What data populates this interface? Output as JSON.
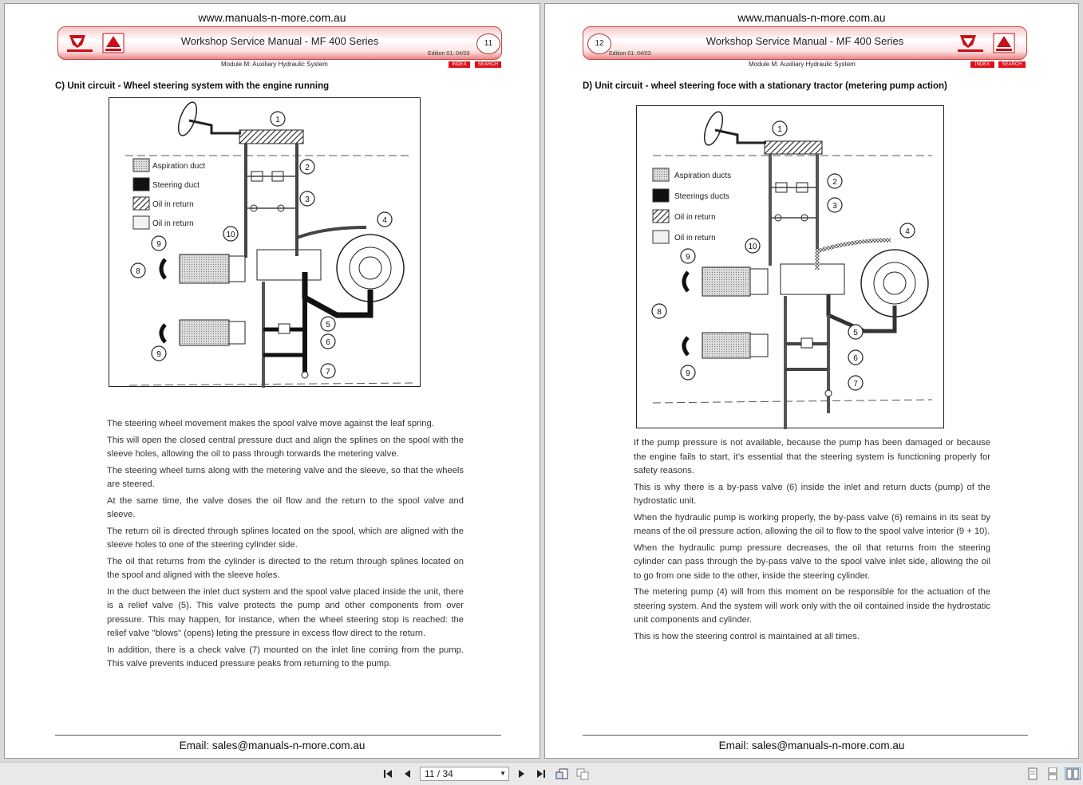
{
  "site_url": "www.manuals-n-more.com.au",
  "manual_title": "Workshop Service Manual - MF 400 Series",
  "edition": "Edition 01: 04/03",
  "module": "Module M: Auxiliary Hydraulic System",
  "index_label": "INDEX",
  "search_label": "SEARCH",
  "email": "Email: sales@manuals-n-more.com.au",
  "left_page": {
    "page_number": "11",
    "heading": "C)   Unit circuit - Wheel steering system with the engine running",
    "legend": [
      "Aspiration duct",
      "Steering duct",
      "Oil in return",
      "Oil in return"
    ],
    "callouts": [
      "1",
      "2",
      "3",
      "4",
      "5",
      "6",
      "7",
      "8",
      "9",
      "9",
      "10"
    ],
    "paragraphs": [
      "The steering wheel movement makes the spool valve move against the leaf spring.",
      "This will open the closed central pressure duct and align the splines on the spool with the sleeve holes, allowing the oil to pass through torwards the metering valve.",
      "The steering wheel turns along with the metering valve and the sleeve, so that the wheels are steered.",
      "At the same time, the valve doses the oil flow and the return to the spool valve and sleeve.",
      "The return oil is directed through splines located on the spool, which are aligned with the sleeve holes to one of the steering cylinder side.",
      "The oil that returns from the cylinder is directed to the return through splines located on the spool and aligned with the sleeve holes.",
      "In the duct between the inlet duct system and the spool valve placed inside the unit, there is a relief valve (5). This valve protects the pump and other components from over pressure. This may happen, for instance, when the wheel steering stop is reached: the relief valve \"blows\" (opens) leting the pressure in excess flow direct to the return.",
      "In addition, there is a check valve (7) mounted on the inlet line coming from the pump. This valve prevents induced pressure peaks from returning to the pump."
    ]
  },
  "right_page": {
    "page_number": "12",
    "heading": "D)   Unit circuit - wheel steering foce with a stationary tractor (metering pump action)",
    "legend": [
      "Aspiration ducts",
      "Steerings ducts",
      "Oil in return",
      "Oil in return"
    ],
    "callouts": [
      "1",
      "2",
      "3",
      "4",
      "5",
      "6",
      "7",
      "8",
      "9",
      "9",
      "10"
    ],
    "paragraphs": [
      "If the pump pressure is not available, because the pump has been damaged or because the engine fails to start, it’s essential that the steering system is functioning properly for safety reasons.",
      "This is why there is a by-pass valve (6) inside the inlet and return ducts (pump) of the hydrostatic unit.",
      "When the hydraulic pump is working properly, the by-pass valve (6) remains in its seat by means of the oil pressure action, allowing the oil to flow to the spool valve interior (9 + 10).",
      "When the hydraulic pump pressure decreases, the oil that returns from the steering cylinder can pass through the by-pass valve to the spool valve inlet side, allowing the oil to go from one side to the other, inside the steering cylinder.",
      "The metering pump (4) will from this moment on be responsible for the actuation of the steering system. And the system will work only with the oil contained inside the hydrostatic unit components and cylinder.",
      "This is how the steering control is maintained at all times."
    ]
  },
  "toolbar": {
    "page_indicator": "11 / 34",
    "icons": [
      "first-page-icon",
      "prev-page-icon",
      "next-page-icon",
      "last-page-icon",
      "rotate-icon",
      "compare-icon",
      "single-page-view-icon",
      "continuous-view-icon",
      "two-page-view-icon"
    ]
  },
  "colors": {
    "brand_red": "#e0101a",
    "banner_red": "#c44"
  }
}
